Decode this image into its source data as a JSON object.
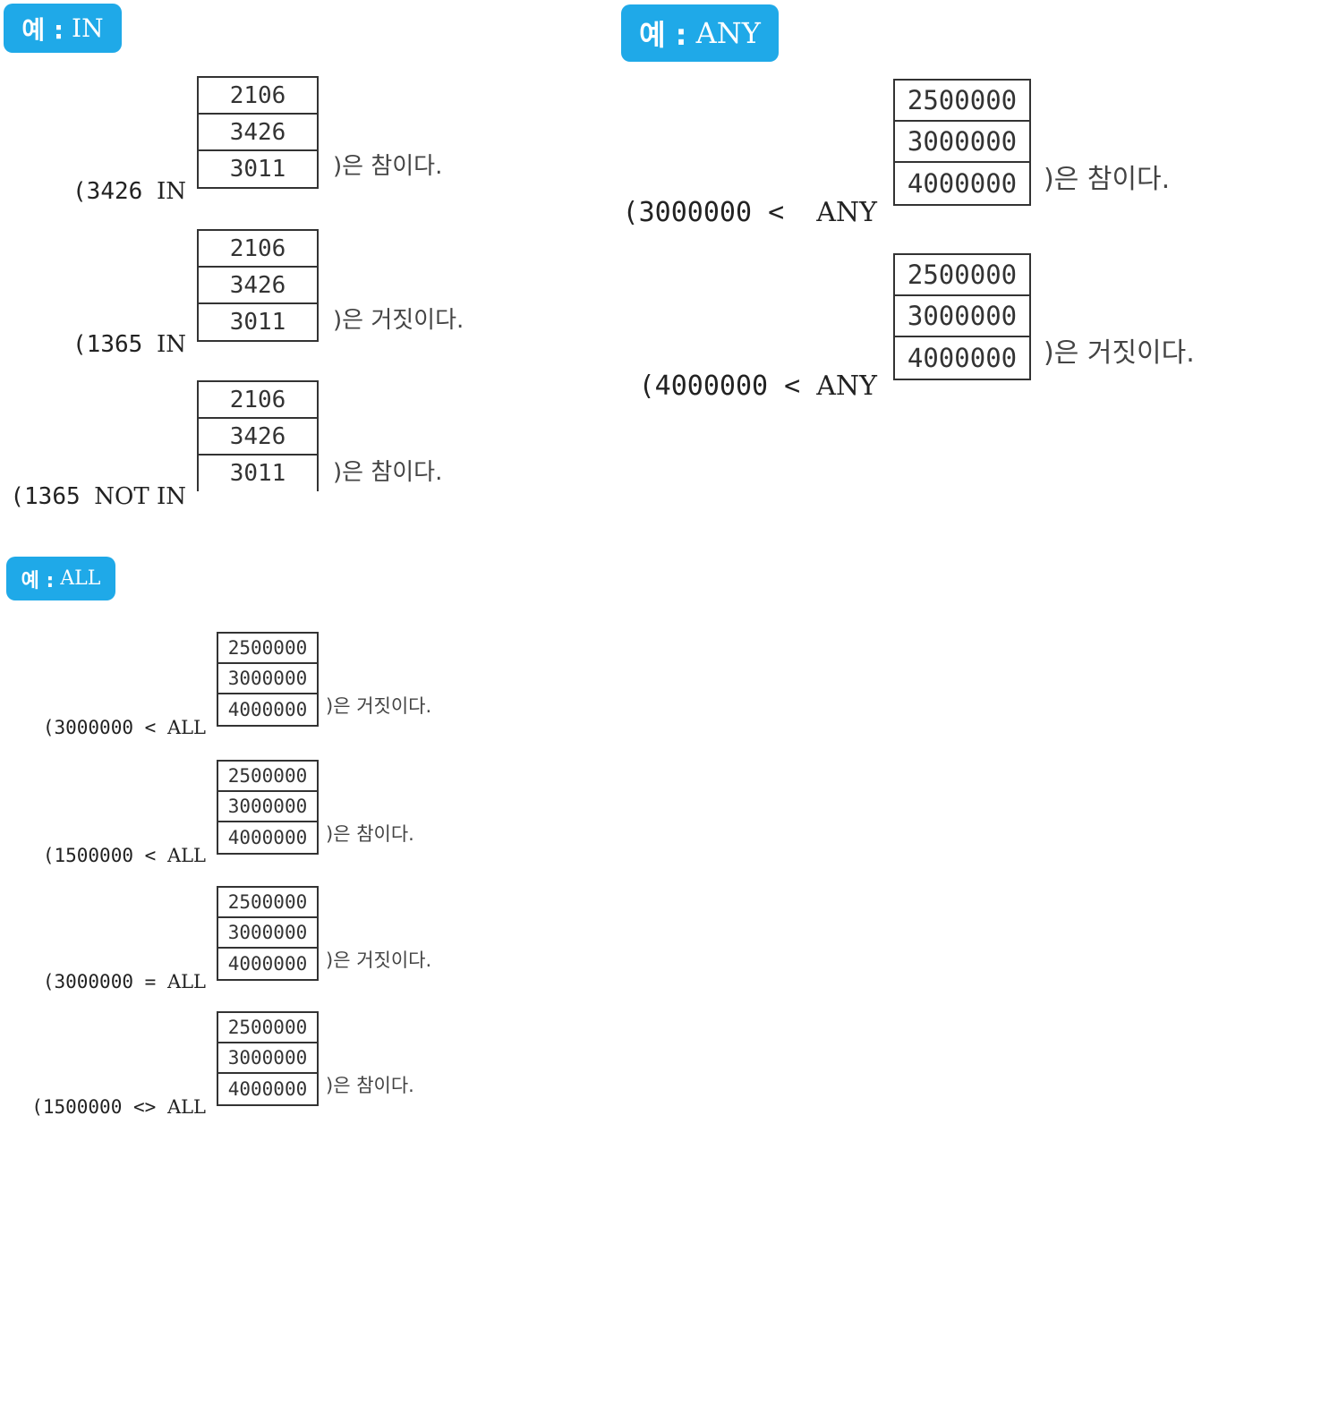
{
  "badges": {
    "in": {
      "prefix": "예 :",
      "keyword": "IN"
    },
    "any": {
      "prefix": "예 :",
      "keyword": "ANY"
    },
    "all": {
      "prefix": "예 :",
      "keyword": "ALL"
    }
  },
  "in_examples": [
    {
      "open": "(3426",
      "op": "IN",
      "values": [
        "2106",
        "3426",
        "3011"
      ],
      "result": ")은 참이다."
    },
    {
      "open": "(1365",
      "op": "IN",
      "values": [
        "2106",
        "3426",
        "3011"
      ],
      "result": ")은 거짓이다."
    },
    {
      "open": "(1365",
      "op": "NOT IN",
      "values": [
        "2106",
        "3426",
        "3011"
      ],
      "result": ")은 참이다."
    }
  ],
  "any_examples": [
    {
      "open": "(3000000 <",
      "op": "ANY",
      "values": [
        "2500000",
        "3000000",
        "4000000"
      ],
      "result": ")은 참이다."
    },
    {
      "open": "(4000000 <",
      "op": "ANY",
      "values": [
        "2500000",
        "3000000",
        "4000000"
      ],
      "result": ")은 거짓이다."
    }
  ],
  "all_examples": [
    {
      "open": "(3000000 <",
      "op": "ALL",
      "values": [
        "2500000",
        "3000000",
        "4000000"
      ],
      "result": ")은 거짓이다."
    },
    {
      "open": "(1500000 <",
      "op": "ALL",
      "values": [
        "2500000",
        "3000000",
        "4000000"
      ],
      "result": ")은 참이다."
    },
    {
      "open": "(3000000 =",
      "op": "ALL",
      "values": [
        "2500000",
        "3000000",
        "4000000"
      ],
      "result": ")은 거짓이다."
    },
    {
      "open": "(1500000 <>",
      "op": "ALL",
      "values": [
        "2500000",
        "3000000",
        "4000000"
      ],
      "result": ")은 참이다."
    }
  ]
}
